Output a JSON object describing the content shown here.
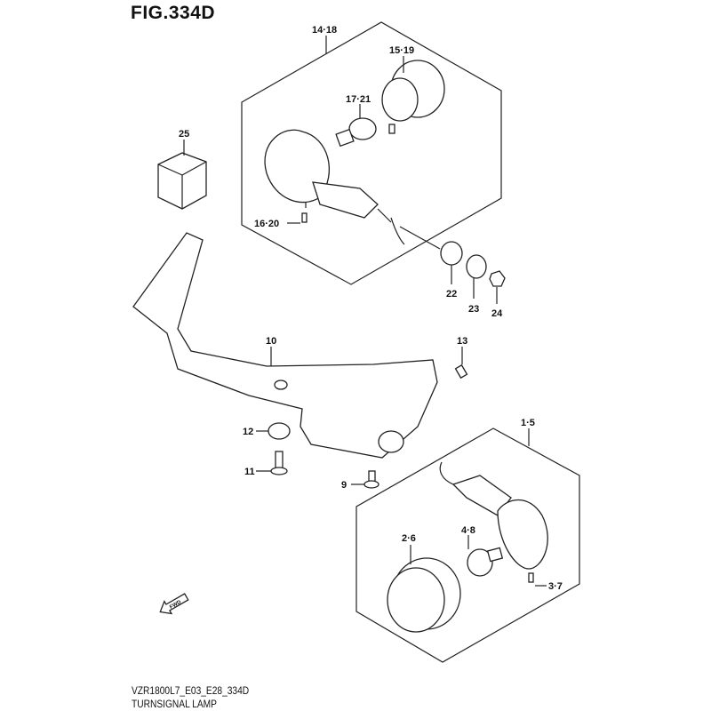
{
  "figure": {
    "title": "FIG.334D",
    "model_code": "VZR1800L7_E03_E28_334D",
    "section_name": "TURNSIGNAL LAMP",
    "direction_marker": "FWD"
  },
  "callouts": {
    "c14_18": "14·18",
    "c15_19": "15·19",
    "c17_21": "17·21",
    "c25": "25",
    "c16_20": "16·20",
    "c22": "22",
    "c23": "23",
    "c24": "24",
    "c10": "10",
    "c13": "13",
    "c12": "12",
    "c11": "11",
    "c9": "9",
    "c1_5": "1·5",
    "c2_6": "2·6",
    "c4_8": "4·8",
    "c3_7": "3·7"
  }
}
